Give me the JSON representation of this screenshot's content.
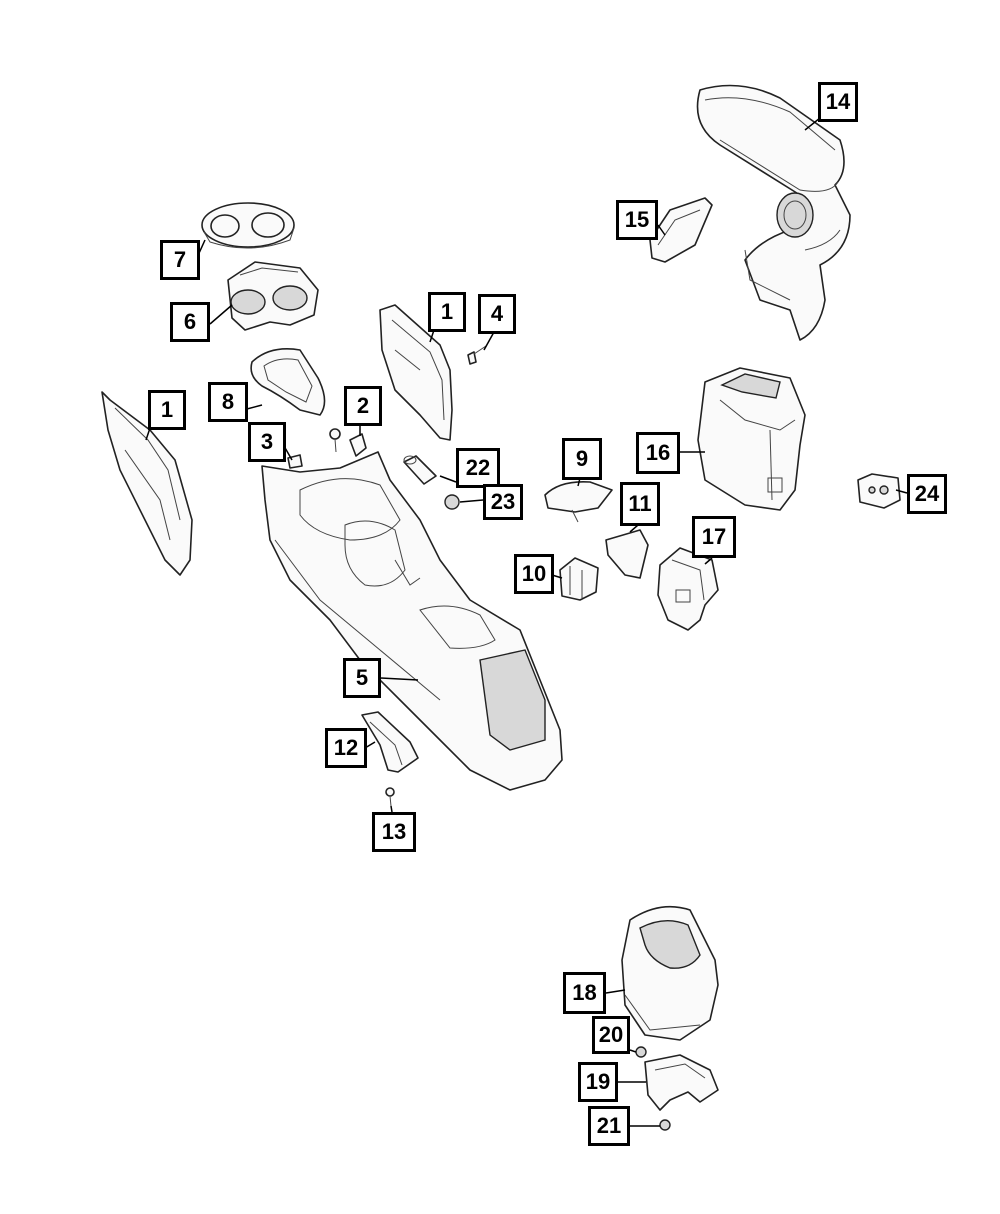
{
  "callouts": [
    {
      "id": "left-side-panel",
      "label": "1"
    },
    {
      "id": "right-side-panel",
      "label": "1"
    },
    {
      "id": "bracket",
      "label": "2"
    },
    {
      "id": "clip",
      "label": "3"
    },
    {
      "id": "push-pin",
      "label": "4"
    },
    {
      "id": "console-base",
      "label": "5"
    },
    {
      "id": "cup-holder",
      "label": "6"
    },
    {
      "id": "cup-holder-trim",
      "label": "7"
    },
    {
      "id": "shifter-bezel",
      "label": "8"
    },
    {
      "id": "cover",
      "label": "9"
    },
    {
      "id": "switch-bank",
      "label": "10"
    },
    {
      "id": "trim-panel",
      "label": "11"
    },
    {
      "id": "bracket-lower",
      "label": "12"
    },
    {
      "id": "screw",
      "label": "13"
    },
    {
      "id": "armrest",
      "label": "14"
    },
    {
      "id": "armrest-trim",
      "label": "15"
    },
    {
      "id": "rear-console-bin",
      "label": "16"
    },
    {
      "id": "module-bracket",
      "label": "17"
    },
    {
      "id": "rear-console-alt",
      "label": "18"
    },
    {
      "id": "mounting-bracket",
      "label": "19"
    },
    {
      "id": "nut-upper",
      "label": "20"
    },
    {
      "id": "nut-lower",
      "label": "21"
    },
    {
      "id": "power-outlet",
      "label": "22"
    },
    {
      "id": "outlet-cap",
      "label": "23"
    },
    {
      "id": "usb-port",
      "label": "24"
    }
  ]
}
